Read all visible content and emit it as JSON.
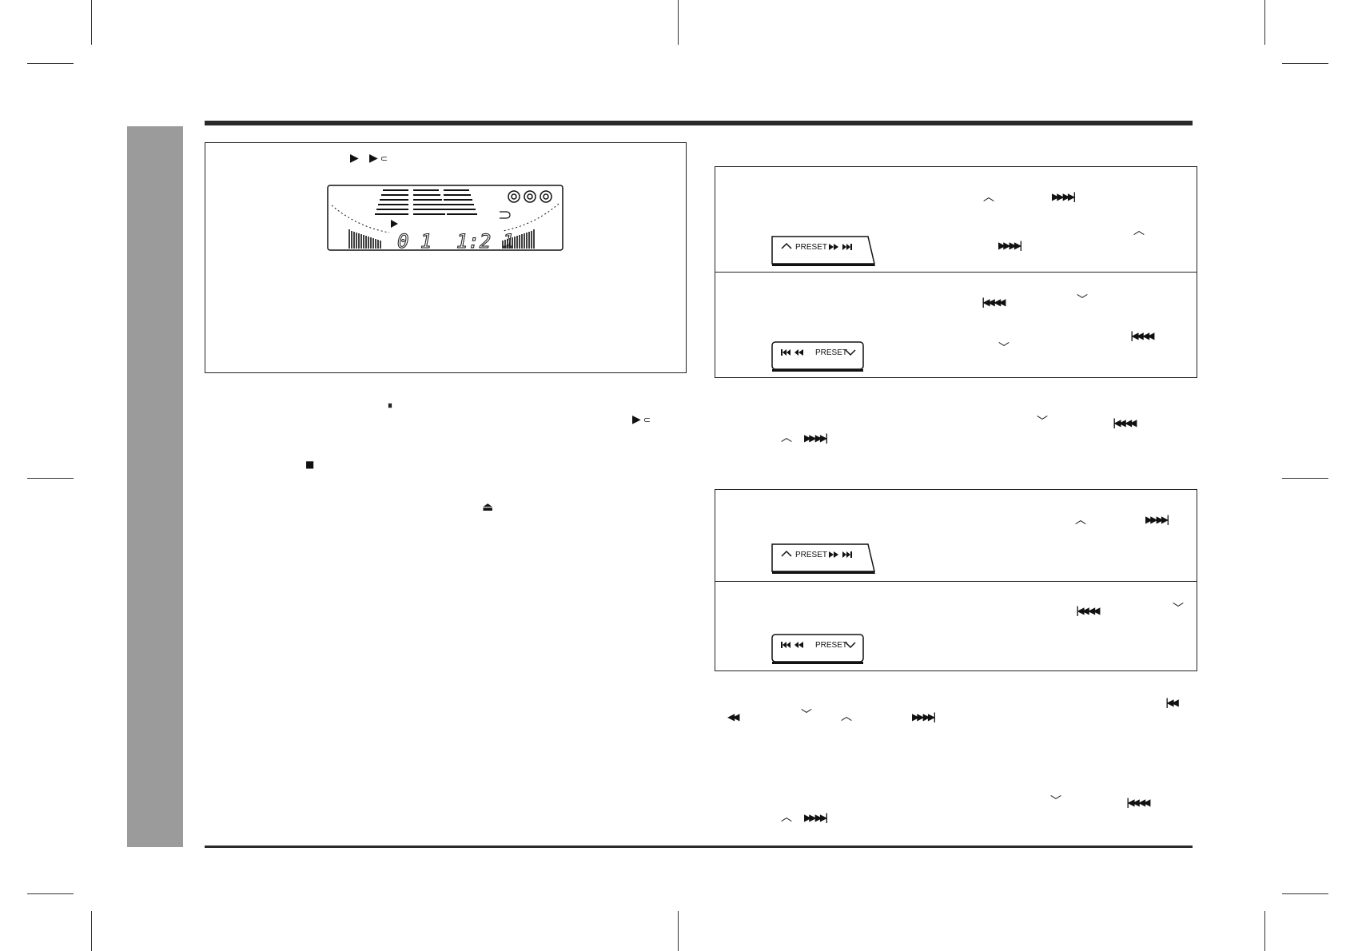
{
  "icons": {
    "play": "▶",
    "play_repeat_play": "▶",
    "play_repeat_loop": "⊂",
    "pause": "⏸",
    "stop": "■",
    "eject": "⏏",
    "up_chevron": "︿",
    "down_chevron": "﹀",
    "fast_forward_skip": "▶▶ ▶▶|",
    "skip_back_rewind": "|◀◀ ◀◀",
    "rewind": "◀◀",
    "skip_back": "|◀◀"
  },
  "display": {
    "track": "0 1",
    "time": "1:2 1"
  },
  "buttons": {
    "preset_up_label": "PRESET",
    "preset_down_label": "PRESET"
  },
  "colors": {
    "side_tab": "#9b9b9b",
    "rule": "#2a2a2a"
  }
}
